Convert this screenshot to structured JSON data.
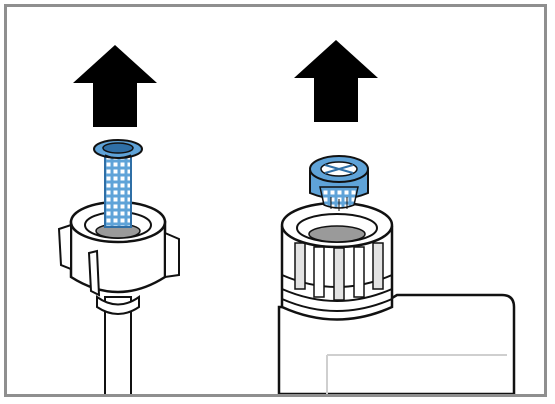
{
  "figure": {
    "kind": "installation-illustration",
    "steps": [
      {
        "id": "hose-filter",
        "action": "pull-out",
        "icon": "up-arrow-icon",
        "part": "mesh-filter"
      },
      {
        "id": "valve-filter",
        "action": "pull-out",
        "icon": "up-arrow-icon",
        "part": "cap-filter"
      }
    ]
  },
  "colors": {
    "border": "#8f8f8f",
    "outline": "#111111",
    "filter_blue": "#5fa3d8",
    "filter_blue_dark": "#2f6fa6",
    "arrow": "#000000",
    "body_white": "#ffffff",
    "shade": "#e3e3e3"
  }
}
